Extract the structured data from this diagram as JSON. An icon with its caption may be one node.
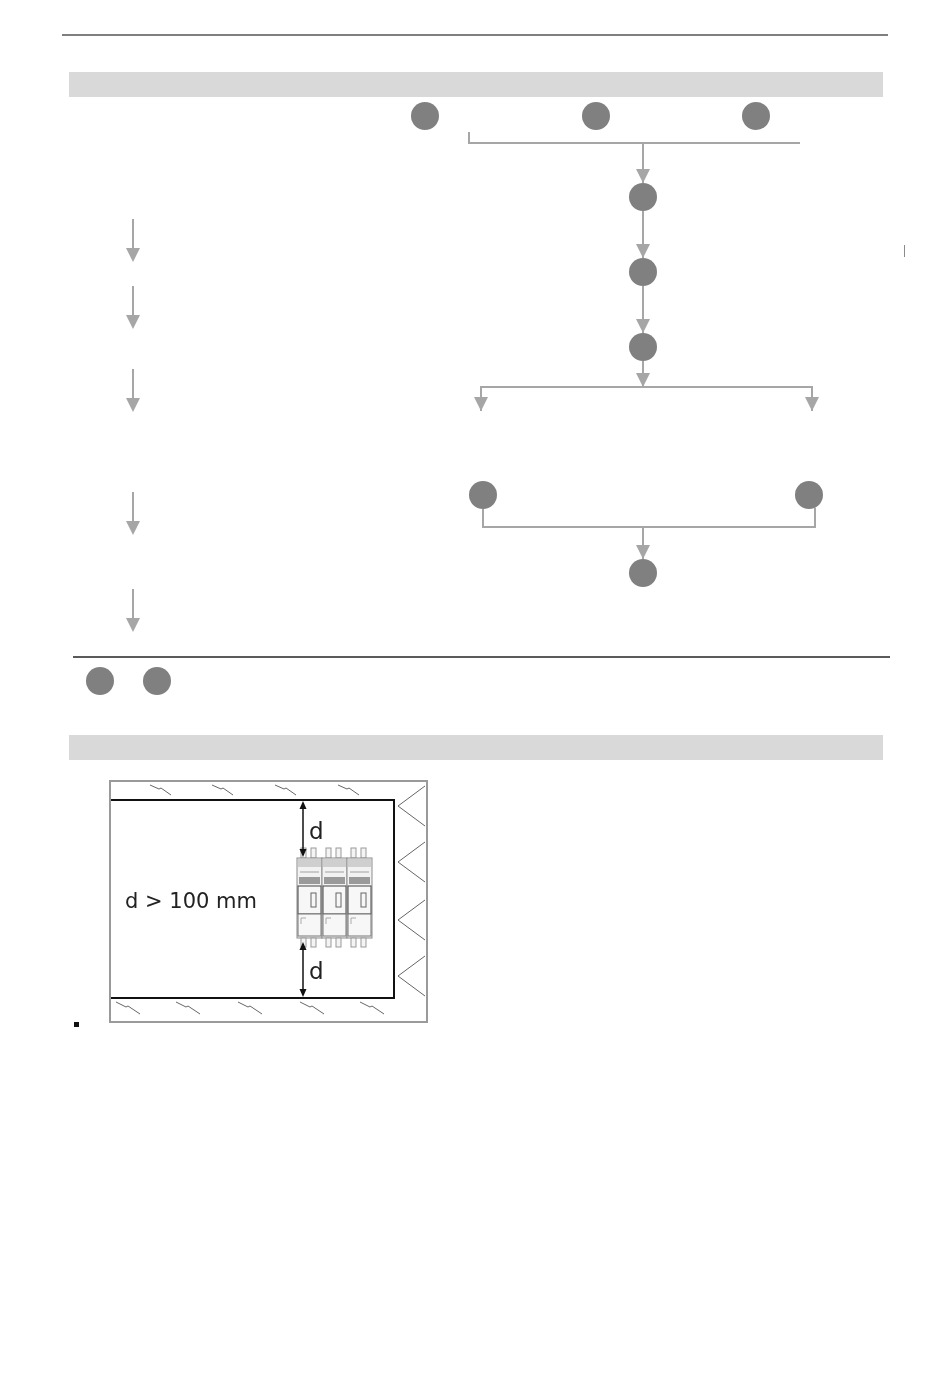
{
  "diagram": {
    "nodes": [
      {
        "text": [],
        "shape": "circle"
      },
      {
        "text": [],
        "shape": "circle"
      },
      {
        "text": [],
        "shape": "circle"
      },
      {
        "text": [],
        "shape": "circle"
      },
      {
        "text": [],
        "shape": "circle"
      },
      {
        "text": [],
        "shape": "circle"
      },
      {
        "text": [],
        "shape": "circle"
      },
      {
        "text": [],
        "shape": "circle"
      },
      {
        "text": [],
        "shape": "circle"
      },
      {
        "text": [],
        "shape": "circle"
      },
      {
        "text": [],
        "shape": "circle"
      }
    ],
    "edges": [
      {
        "from": null,
        "to": 3,
        "arrow": "to"
      },
      {
        "from": 3,
        "to": 4,
        "arrow": "to"
      },
      {
        "from": 4,
        "to": 5,
        "arrow": "to"
      },
      {
        "from": 5,
        "to": null,
        "arrow": "to"
      },
      {
        "from": 5,
        "to": null,
        "arrow": "to"
      },
      {
        "from": 6,
        "to": 8,
        "arrow": "to"
      },
      {
        "from": 7,
        "to": 8,
        "arrow": "to"
      }
    ],
    "labels": [
      "d",
      "d > 100 mm",
      "d"
    ]
  }
}
